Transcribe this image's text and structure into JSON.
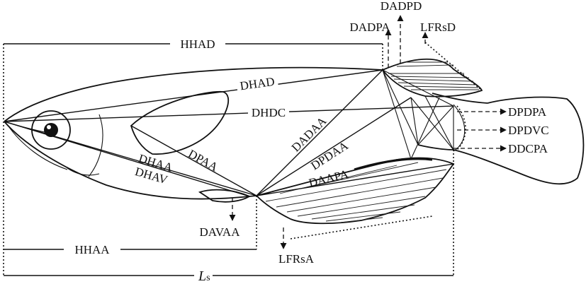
{
  "labels": {
    "hhad": "HHAD",
    "dadpd": "DADPD",
    "dadpa": "DADPA",
    "lfrsd": "LFRsD",
    "dhad": "DHAD",
    "dhdc": "DHDC",
    "dpdpa": "DPDPA",
    "dpdvc": "DPDVC",
    "ddcpa": "DDCPA",
    "dadaa": "DADAA",
    "dpdaa": "DPDAA",
    "daapa": "DAAPA",
    "dpaa": "DPAA",
    "dhaa": "DHAA",
    "dhav": "DHAV",
    "davaa": "DAVAA",
    "hhaa": "HHAA",
    "lfrsa": "LFRsA",
    "ls_main": "L",
    "ls_sub": "s"
  }
}
